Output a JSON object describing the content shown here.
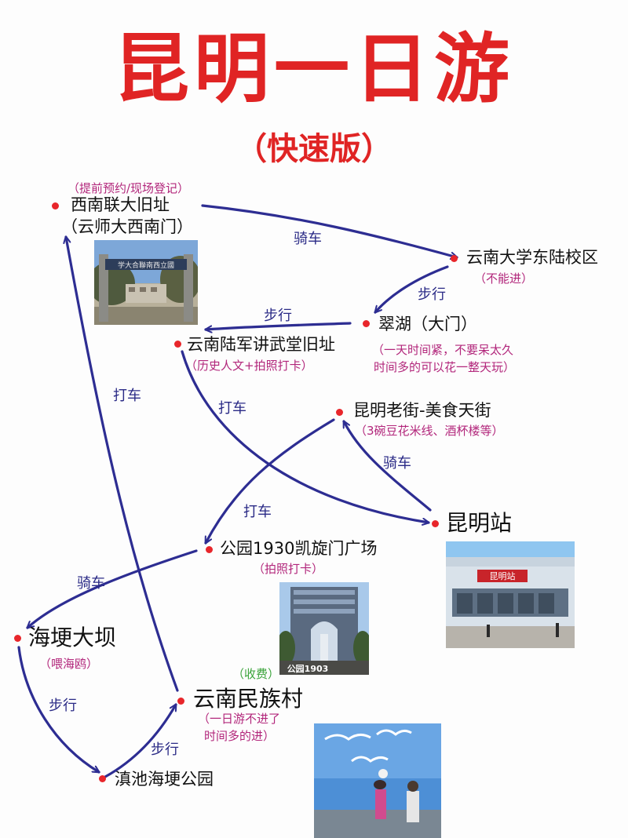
{
  "title": "昆明一日游",
  "subtitle": "（快速版）",
  "nodes": {
    "xinan": {
      "name": "西南联大旧址",
      "sub": "（云师大西南门）",
      "note": "（提前预约/现场登记）"
    },
    "yunda": {
      "name": "云南大学东陆校区",
      "note": "（不能进）"
    },
    "cuihu": {
      "name": "翠湖（大门）",
      "note1": "（一天时间紧，不要呆太久",
      "note2": "时间多的可以花一整天玩）"
    },
    "jiangwutang": {
      "name": "云南陆军讲武堂旧址",
      "note": "（历史人文+拍照打卡）"
    },
    "laojie": {
      "name": "昆明老街-美食天街",
      "note": "（3碗豆花米线、酒杯楼等）"
    },
    "kunmingzhan": {
      "name": "昆明站"
    },
    "gongyuan": {
      "name": "公园1930凯旋门广场",
      "note": "（拍照打卡）"
    },
    "haigeng": {
      "name": "海埂大坝",
      "note": "（喂海鸥）"
    },
    "minzucun": {
      "name": "云南民族村",
      "fee": "（收费）",
      "note1": "（一日游不进了",
      "note2": "时间多的进）"
    },
    "dianchi": {
      "name": "滇池海埂公园"
    }
  },
  "routes": {
    "r1": "骑车",
    "r2": "步行",
    "r3": "步行",
    "r4": "打车",
    "r5": "打车",
    "r6": "骑车",
    "r7": "打车",
    "r8": "骑车",
    "r9": "步行",
    "r10": "步行"
  },
  "photos": {
    "gate_plaque": "学大合聯南西立國",
    "arch_text": "公园1903",
    "station_sign": "昆明站"
  },
  "colors": {
    "title_red": "#e02424",
    "arrow_blue": "#2d2d92",
    "dot_red": "#e8262b",
    "note_magenta": "#b2267b",
    "fee_green": "#3aa33a"
  }
}
